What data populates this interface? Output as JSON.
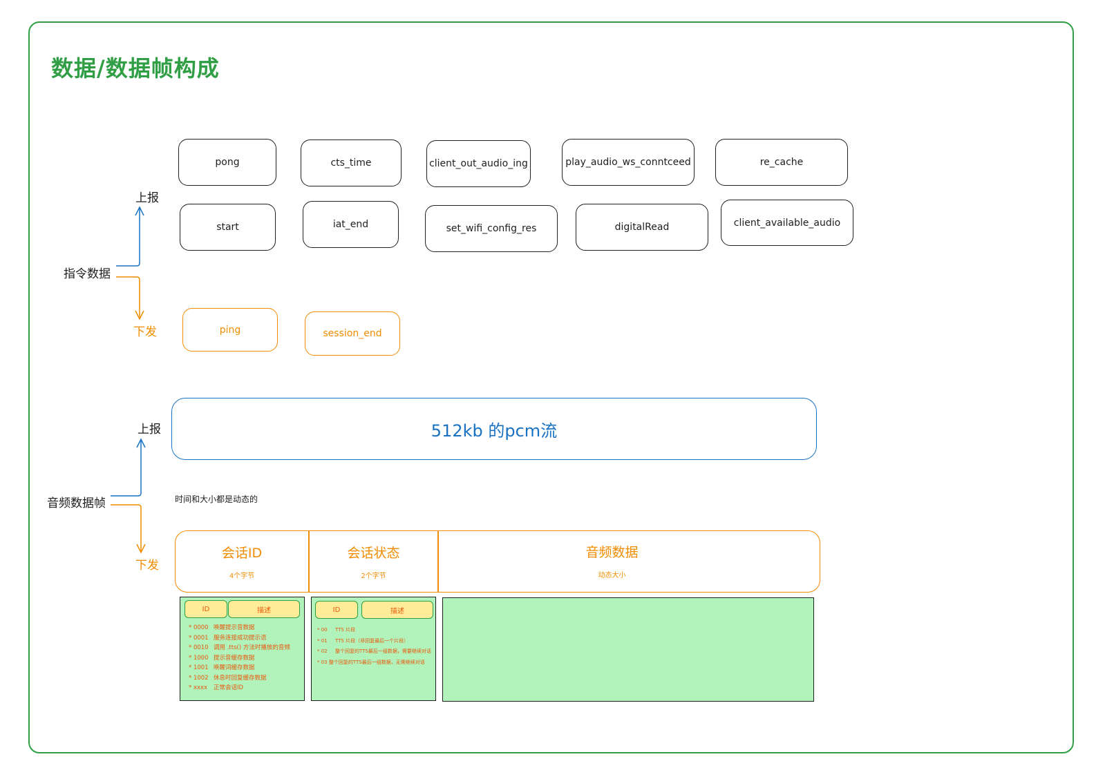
{
  "title": "数据/数据帧构成",
  "cmd": {
    "label": "指令数据",
    "up_label": "上报",
    "down_label": "下发",
    "up_row1": [
      "pong",
      "cts_time",
      "client_out_audio_ing",
      "play_audio_ws_conntceed",
      "re_cache"
    ],
    "up_row2": [
      "start",
      "iat_end",
      "set_wifi_config_res",
      "digitalRead",
      "client_available_audio"
    ],
    "down": [
      "ping",
      "session_end"
    ]
  },
  "audio": {
    "label": "音频数据帧",
    "up_label": "上报",
    "down_label": "下发",
    "pcm_label": "512kb 的pcm流",
    "note": "时间和大小都是动态的",
    "segments": [
      {
        "title": "会话ID",
        "sub": "4个字节"
      },
      {
        "title": "会话状态",
        "sub": "2个字节"
      },
      {
        "title": "音频数据",
        "sub": "动态大小"
      }
    ],
    "panel1": {
      "id_header": "ID",
      "desc_header": "描述",
      "rows": [
        {
          "code": "* 0000",
          "desc": "唤醒提示音数据"
        },
        {
          "code": "* 0001",
          "desc": "服务连接成功提示语"
        },
        {
          "code": "* 0010",
          "desc": "调用 .tts() 方法时播放的音频"
        },
        {
          "code": "* 1000",
          "desc": "提示音缓存数据"
        },
        {
          "code": "* 1001",
          "desc": "唤醒词缓存数据"
        },
        {
          "code": "* 1002",
          "desc": "休息时回复缓存数据"
        },
        {
          "code": "* xxxx",
          "desc": "正常会话ID"
        }
      ]
    },
    "panel2": {
      "id_header": "ID",
      "desc_header": "描述",
      "rows": [
        {
          "code": "* 00",
          "desc": "TTS 片段"
        },
        {
          "code": "* 01",
          "desc": "TTS 片段（非回复最后一个片段）"
        },
        {
          "code": "* 02",
          "desc": "整个回复的TTS最后一组数据，需要继续对话"
        },
        {
          "code": "* 03",
          "desc": "整个回复的TTS最后一组数据，无需继续对话"
        }
      ]
    }
  },
  "colors": {
    "frame": "#2f9e44",
    "blue": "#1971c2",
    "orange": "#f08c00",
    "panel": "#b2f2bb",
    "pill": "#ffec99"
  }
}
